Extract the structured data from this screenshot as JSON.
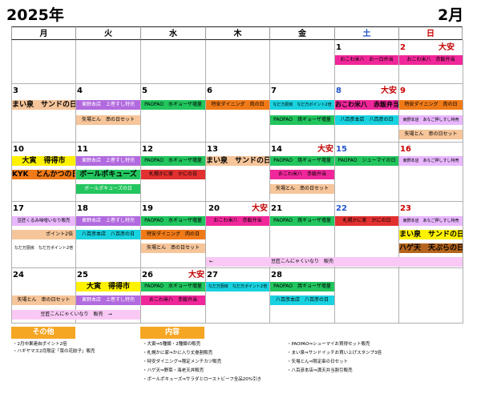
{
  "header": {
    "year": "2025年",
    "month": "2月"
  },
  "weekdays": [
    "月",
    "火",
    "水",
    "木",
    "金",
    "土",
    "日"
  ],
  "weekday_colors": [
    "#000000",
    "#000000",
    "#000000",
    "#000000",
    "#000000",
    "#2255cc",
    "#cc0000"
  ],
  "days": [
    "1",
    "2",
    "3",
    "4",
    "5",
    "6",
    "7",
    "8",
    "9",
    "10",
    "11",
    "12",
    "13",
    "14",
    "15",
    "16",
    "17",
    "18",
    "19",
    "20",
    "21",
    "22",
    "23",
    "24",
    "25",
    "26",
    "27",
    "28"
  ],
  "taian": "大安",
  "ev": {
    "okowa_isshoku": "おこわ米八　お一日弁当",
    "okowa_sekihan": "おこわ米八　赤飯弁当",
    "mai_izumi_sand": "まい泉　サンドの日",
    "toyohon_jomaki": "東野本店　上巻すし特売",
    "paopao_gyoza": "PAOPAO　水ギョーザ増量",
    "tokusen_niku": "特安ダイニング　肉の日",
    "nadaman_point2": "なだ万厨房　なだ万ポイント2倍",
    "yaba_kushi": "矢場とん　串の日セット",
    "paopao_yaki": "PAOPAO　焼ギョーザ増量",
    "hachi_honten": "八百彦本店　八百彦の日",
    "toyohon_anago": "東野本店　あなご押しすし特売",
    "otokunichi": "大寅　得得市",
    "kyk": "KYK　とんかつの日",
    "ballpoke": "ボールポキューズ",
    "ballpoke_day": "ボールポキューズの日",
    "sapporo_kani": "札幌かに家　かにの日",
    "paopao_shumai": "PAOPAO　シューマイの日",
    "kurumi_bread": "豆匠くるみ味噌いなり販売",
    "point2bai": "ポイント2倍",
    "nadaman_point2_s": "なだ万厨房　なだ万ポイント2倍",
    "konnyaku_range": "←　　　　　　　　　　　　豆匠こんにゃくいなり　販売",
    "hagetempura": "ハゲ天　天ぷらの日",
    "konnyaku_short": "豆匠こんにゃくいなり　販売　→"
  },
  "sections": {
    "sonota": "その他",
    "naiyo": "内容"
  },
  "notes_left": [
    "・2月中果連自ポイント2倍",
    "・ハギヤマス2月限定「菜の花餃子」販売"
  ],
  "notes_mid": [
    "・大寅⇒5種類・2種類の販売",
    "・札幌かに家⇒かに入り丈巻割販売",
    "・特安ダイニング⇒限定メンチカツ販売",
    "・ハゲ天⇒野菜・海老天丼販売",
    "・ボールポキューズ⇒サラダとローストビーフ全品20%引き"
  ],
  "notes_right": [
    "・PAOPAO⇒シューマイお買得セット販売",
    "・まい泉⇒サンドイッチお買い上げスタンプ3倍",
    "・矢場とん⇒限定串の日セット",
    "・八百彦本店⇒満天弁当割引販売"
  ],
  "colors": {
    "pink": "#f0279a",
    "orange": "#f07a18",
    "green": "#22c55e",
    "purple": "#b26adf",
    "lavender": "#e9b8ff",
    "peach": "#f6c59a",
    "cyan": "#19d2e0",
    "red": "#e23030",
    "yellow": "#fff200",
    "brown": "#b5651d",
    "section": "#f5a623"
  }
}
